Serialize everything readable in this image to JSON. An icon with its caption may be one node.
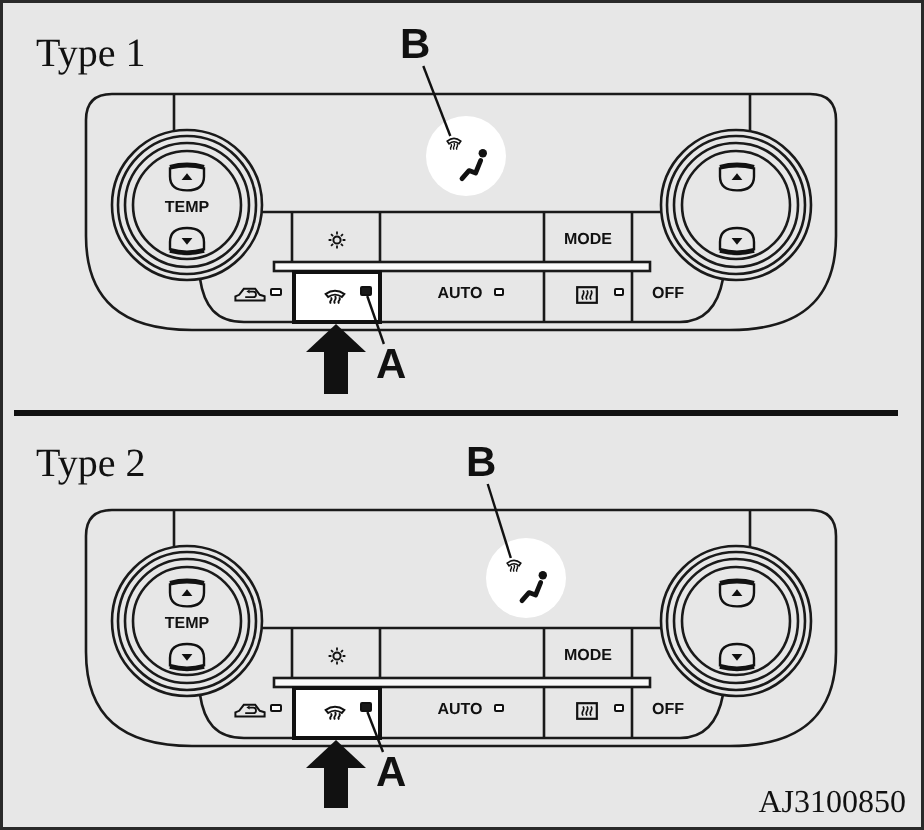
{
  "diagram": {
    "nodes": [
      {
        "text": [
          "B"
        ]
      },
      {
        "text": [],
        "shape": "picture"
      },
      {
        "text": [],
        "shape": "box"
      },
      {
        "text": [],
        "shape": "box",
        "in": 2
      },
      {
        "text": [
          "A"
        ]
      },
      {
        "text": [
          "B"
        ]
      },
      {
        "text": [],
        "shape": "picture"
      },
      {
        "text": [],
        "shape": "box"
      },
      {
        "text": [],
        "shape": "box",
        "in": 7
      },
      {
        "text": [
          "A"
        ]
      }
    ],
    "edges": [
      {
        "from": 0,
        "to": 1,
        "arrow": "none"
      },
      {
        "from": 4,
        "to": 3,
        "arrow": "none"
      },
      {
        "from": null,
        "to": 2,
        "arrow": "to",
        "style": "thick"
      },
      {
        "from": 5,
        "to": 6,
        "arrow": "none"
      },
      {
        "from": 9,
        "to": 8,
        "arrow": "none"
      },
      {
        "from": null,
        "to": 7,
        "arrow": "to",
        "style": "thick"
      }
    ],
    "labels": [
      "Type 1",
      "TEMP",
      "MODE",
      "AUTO",
      "OFF",
      "Type 2",
      "TEMP",
      "MODE",
      "AUTO",
      "OFF",
      "AJ3100850"
    ]
  }
}
